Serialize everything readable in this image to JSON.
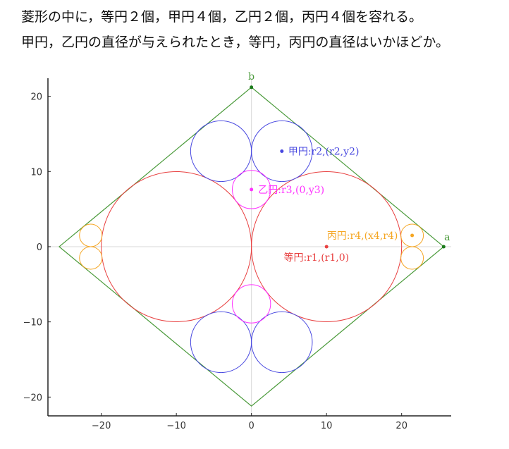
{
  "problem": {
    "line1": "菱形の中に，等円２個，甲円４個，乙円２個，丙円４個を容れる。",
    "line2": "甲円，乙円の直径が与えられたとき，等円，丙円の直径はいかほどか。"
  },
  "chart_data": {
    "type": "diagram",
    "xlim": [
      -27.1,
      26.6
    ],
    "ylim": [
      -22.5,
      22.4
    ],
    "xticks": [
      -20,
      -10,
      0,
      10,
      20
    ],
    "yticks": [
      -20,
      -10,
      0,
      10,
      20
    ],
    "xtick_labels": [
      "−20",
      "−10",
      "0",
      "10",
      "20"
    ],
    "ytick_labels": [
      "−20",
      "−10",
      "0",
      "10",
      "20"
    ],
    "grid": "axes-lines-only",
    "colors": {
      "rhombus": "#4a9a3a",
      "r1": "#e84040",
      "r2": "#4848e0",
      "r3": "#ff30ff",
      "r4": "#f5a623",
      "zero": "#d8d8d8"
    },
    "rhombus": [
      [
        25.6,
        0
      ],
      [
        0,
        21.2
      ],
      [
        -25.6,
        0
      ],
      [
        0,
        -21.2
      ]
    ],
    "vertices": [
      {
        "name": "a",
        "x": 25.6,
        "y": 0
      },
      {
        "name": "b",
        "x": 0,
        "y": 21.2
      }
    ],
    "circles": [
      {
        "group": "r1",
        "cx": 10,
        "cy": 0,
        "r": 10
      },
      {
        "group": "r1",
        "cx": -10,
        "cy": 0,
        "r": 10
      },
      {
        "group": "r2",
        "cx": 4.05,
        "cy": 12.7,
        "r": 4.05
      },
      {
        "group": "r2",
        "cx": -4.05,
        "cy": 12.7,
        "r": 4.05
      },
      {
        "group": "r2",
        "cx": 4.05,
        "cy": -12.7,
        "r": 4.05
      },
      {
        "group": "r2",
        "cx": -4.05,
        "cy": -12.7,
        "r": 4.05
      },
      {
        "group": "r3",
        "cx": 0,
        "cy": 7.6,
        "r": 2.55
      },
      {
        "group": "r3",
        "cx": 0,
        "cy": -7.6,
        "r": 2.55
      },
      {
        "group": "r4",
        "cx": 21.4,
        "cy": 1.5,
        "r": 1.5
      },
      {
        "group": "r4",
        "cx": 21.4,
        "cy": -1.5,
        "r": 1.5
      },
      {
        "group": "r4",
        "cx": -21.4,
        "cy": 1.5,
        "r": 1.5
      },
      {
        "group": "r4",
        "cx": -21.4,
        "cy": -1.5,
        "r": 1.5
      }
    ],
    "center_points": [
      {
        "group": "r1",
        "x": 10,
        "y": 0
      },
      {
        "group": "r2",
        "x": 4.05,
        "y": 12.7
      },
      {
        "group": "r3",
        "x": 0,
        "y": 7.6
      },
      {
        "group": "r4",
        "x": 21.4,
        "y": 1.5
      }
    ],
    "annotations": [
      {
        "group": "r2",
        "text": "甲円:r2,(r2,y2)",
        "x": 4.9,
        "y": 12.7,
        "anchor": "start"
      },
      {
        "group": "r3",
        "text": "乙円:r3,(0,y3)",
        "x": 0.9,
        "y": 7.6,
        "anchor": "start"
      },
      {
        "group": "r4",
        "text": "丙円:r4,(x4,r4)",
        "x": 19.5,
        "y": 1.5,
        "anchor": "end"
      },
      {
        "group": "r1",
        "text": "等円:r1,(r1,0)",
        "x": 4.3,
        "y": -1.4,
        "anchor": "start"
      }
    ]
  }
}
